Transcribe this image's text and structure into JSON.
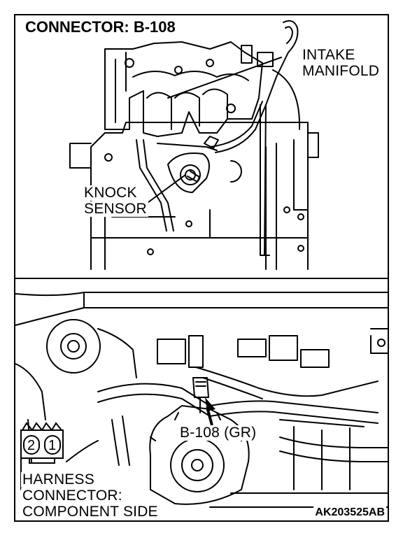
{
  "header": {
    "title": "CONNECTOR: B-108"
  },
  "top_view": {
    "intake_manifold_label": [
      "INTAKE",
      "MANIFOLD"
    ],
    "knock_sensor_label": [
      "KNOCK",
      "SENSOR"
    ]
  },
  "bottom_view": {
    "connector_callout": "B-108 (GR)",
    "pin_numbers": [
      "2",
      "1"
    ],
    "harness_label": [
      "HARNESS",
      "CONNECTOR:",
      "COMPONENT SIDE"
    ]
  },
  "figure_code": "AK203525AB"
}
